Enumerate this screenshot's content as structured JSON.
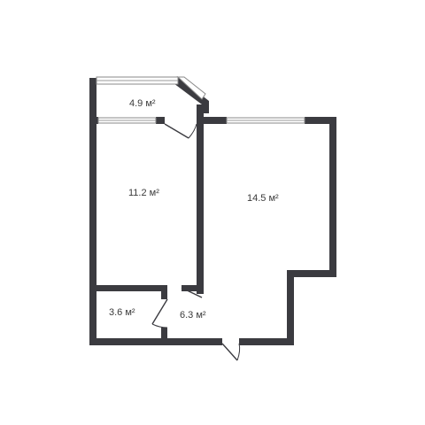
{
  "rooms": [
    {
      "id": "balcony",
      "area": "4.9 м²"
    },
    {
      "id": "bedroom",
      "area": "11.2 м²"
    },
    {
      "id": "kitchen-living",
      "area": "14.5 м²"
    },
    {
      "id": "bathroom",
      "area": "3.6 м²"
    },
    {
      "id": "hallway",
      "area": "6.3 м²"
    }
  ],
  "colors": {
    "wall": "#3b3b40",
    "background": "#ffffff"
  }
}
